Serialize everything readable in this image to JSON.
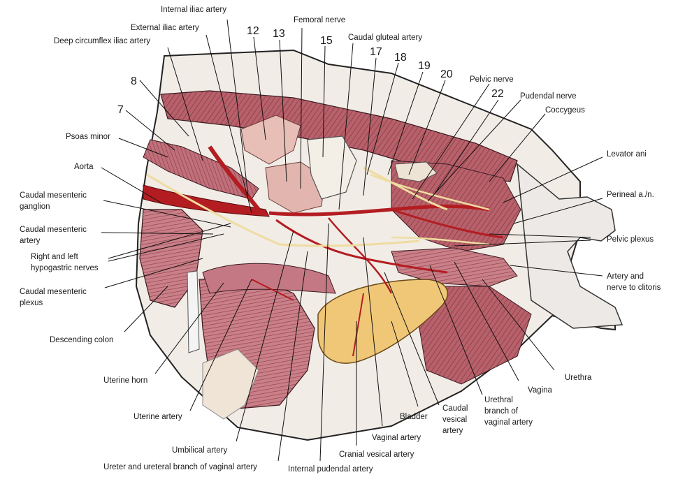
{
  "figure": {
    "numbers": [
      "7",
      "8",
      "12",
      "13",
      "15",
      "17",
      "18",
      "19",
      "20",
      "22"
    ],
    "labels": {
      "internal_iliac_artery": "Internal iliac artery",
      "external_iliac_artery": "External iliac artery",
      "deep_circumflex_iliac_artery": "Deep circumflex iliac artery",
      "femoral_nerve": "Femoral nerve",
      "caudal_gluteal_artery": "Caudal gluteal artery",
      "pelvic_nerve": "Pelvic nerve",
      "pudendal_nerve": "Pudendal nerve",
      "coccygeus": "Coccygeus",
      "levator_ani": "Levator ani",
      "perineal": "Perineal a./n.",
      "pelvic_plexus": "Pelvic plexus",
      "artery_nerve_clitoris_1": "Artery and",
      "artery_nerve_clitoris_2": "nerve to clitoris",
      "urethra": "Urethra",
      "vagina": "Vagina",
      "urethral_branch_1": "Urethral",
      "urethral_branch_2": "branch of",
      "urethral_branch_3": "vaginal artery",
      "caudal_vesical_1": "Caudal",
      "caudal_vesical_2": "vesical",
      "caudal_vesical_3": "artery",
      "bladder": "Bladder",
      "vaginal_artery": "Vaginal artery",
      "cranial_vesical_artery": "Cranial vesical artery",
      "internal_pudendal_artery": "Internal pudendal artery",
      "ureter": "Ureter and ureteral branch of vaginal artery",
      "umbilical_artery": "Umbilical artery",
      "uterine_artery": "Uterine artery",
      "uterine_horn": "Uterine horn",
      "descending_colon": "Descending colon",
      "caudal_mesenteric_plexus_1": "Caudal mesenteric",
      "caudal_mesenteric_plexus_2": "plexus",
      "hypogastric_1": "Right and left",
      "hypogastric_2": "hypogastric nerves",
      "caudal_mesenteric_artery_1": "Caudal mesenteric",
      "caudal_mesenteric_artery_2": "artery",
      "caudal_mesenteric_ganglion_1": "Caudal mesenteric",
      "caudal_mesenteric_ganglion_2": "ganglion",
      "aorta": "Aorta",
      "psoas_minor": "Psoas minor"
    },
    "colors": {
      "muscle": "#b7616b",
      "muscle_dark": "#7e2f3c",
      "artery": "#b31d22",
      "nerve": "#efdca0",
      "bone": "#e7bfb7",
      "bladder": "#f0c777",
      "intestine": "#c97c86",
      "tissue": "#efe4d6",
      "skin": "#e8e4e0"
    }
  }
}
